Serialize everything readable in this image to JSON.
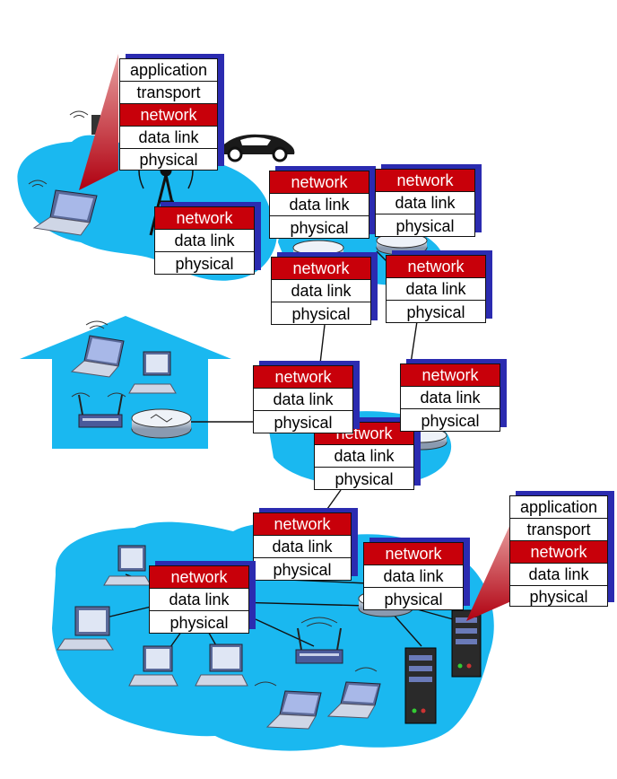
{
  "layers": {
    "application": "application",
    "transport": "transport",
    "network": "network",
    "data_link": "data link",
    "physical": "physical"
  },
  "colors": {
    "network_layer": "#c8000a",
    "stack_shadow": "#2b2bb0",
    "cloud": "#1ab8f0",
    "house": "#1ab8f0"
  },
  "icons": [
    "laptop-icon",
    "desktop-icon",
    "server-icon",
    "router-icon",
    "wireless-router-icon",
    "cell-tower-icon",
    "car-icon",
    "house-icon"
  ]
}
